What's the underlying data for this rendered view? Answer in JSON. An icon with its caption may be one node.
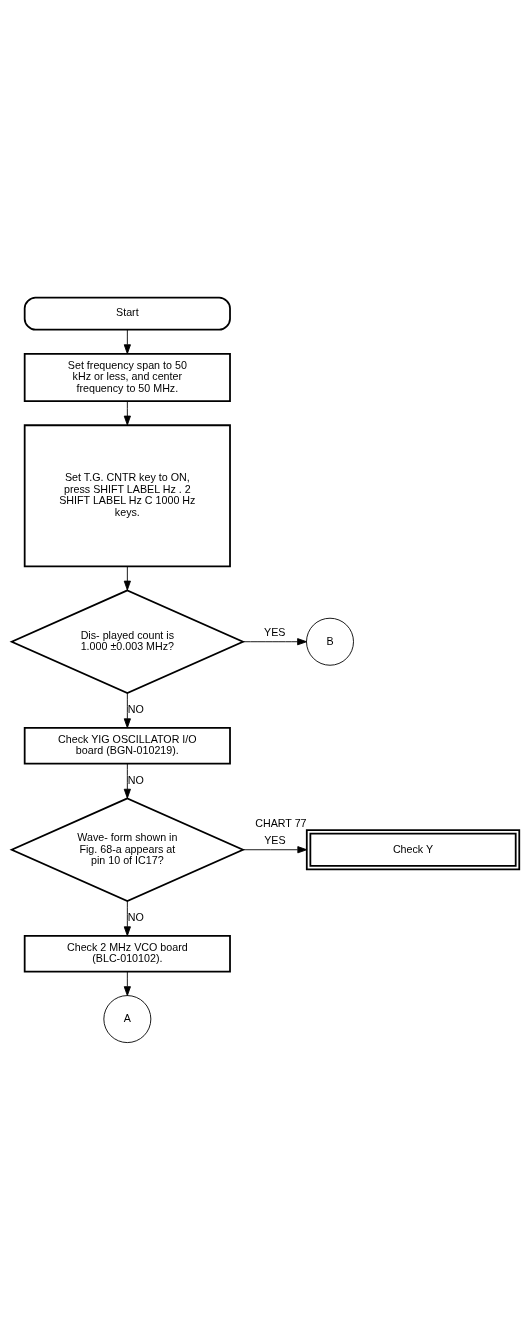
{
  "diagram": {
    "nodes": [
      {
        "text": [
          "Start"
        ]
      },
      {
        "text": [
          "Set frequency span to 50 kHz or less, and center frequency to 50 MHz."
        ]
      },
      {
        "text": [
          "Set T.G. CNTR key to ON, press SHIFT LABEL Hz . 2 SHIFT LABEL Hz C 1000 Hz keys."
        ]
      },
      {
        "text": [
          "Dis- played count is 1.000 ±0.003 MHz?"
        ]
      },
      {
        "text": [
          "B"
        ]
      },
      {
        "text": [
          "Check YIG OSCILLATOR I/O board (BGN-010219)."
        ]
      },
      {
        "text": [
          "Wave- form shown in Fig. 68-a appears at pin 10 of IC17?"
        ]
      },
      {
        "text": [
          "Check Y"
        ],
        "beside": [
          "CHART 77"
        ]
      },
      {
        "text": [
          "Check 2 MHz VCO board (BLC-010102)."
        ]
      },
      {
        "text": [
          "A"
        ]
      }
    ],
    "edges": [
      {
        "from": 0,
        "to": 1,
        "arrow": "to"
      },
      {
        "from": 1,
        "to": 2,
        "arrow": "to"
      },
      {
        "from": 2,
        "to": 3,
        "arrow": "to"
      },
      {
        "from": 3,
        "to": 4,
        "arrow": "to",
        "label": "YES"
      },
      {
        "from": 3,
        "to": 5,
        "arrow": "to",
        "label": "NO"
      },
      {
        "from": 5,
        "to": 6,
        "arrow": "to",
        "label": "NO"
      },
      {
        "from": 6,
        "to": 7,
        "arrow": "to",
        "label": "YES"
      },
      {
        "from": 6,
        "to": 8,
        "arrow": "to",
        "label": "NO"
      },
      {
        "from": 8,
        "to": 9,
        "arrow": "to"
      }
    ]
  }
}
